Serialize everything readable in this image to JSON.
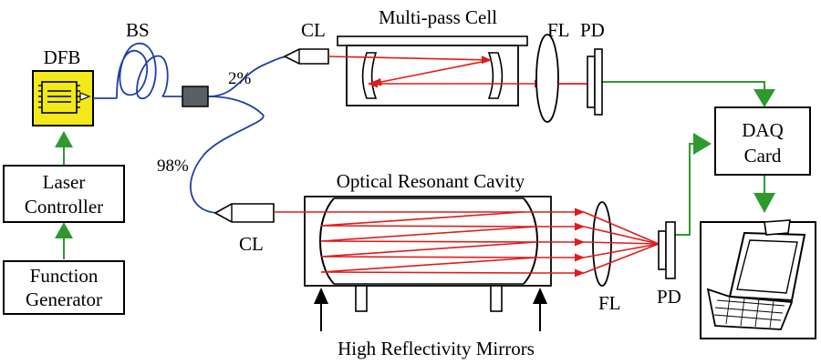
{
  "labels": {
    "bs": "BS",
    "dfb": "DFB",
    "cl_top": "CL",
    "cl_bottom": "CL",
    "multipass": "Multi-pass Cell",
    "fl_top": "FL",
    "fl_bottom": "FL",
    "pd_top": "PD",
    "pd_bottom": "PD",
    "split_2": "2%",
    "split_98": "98%",
    "resonant": "Optical Resonant Cavity",
    "mirrors": "High Reflectivity Mirrors",
    "daq_line1": "DAQ",
    "daq_line2": "Card",
    "laser_line1": "Laser",
    "laser_line2": "Controller",
    "func_line1": "Function",
    "func_line2": "Generator"
  },
  "colors": {
    "fiber": "#1f3fa8",
    "laser_beam": "#e01b1b",
    "signal": "#2e9a2e",
    "dfb_fill": "#f2e81a",
    "splitter": "#5a5f63"
  },
  "icons": [
    "dfb-laser-chip-icon",
    "fiber-coil-icon",
    "laptop-icon"
  ]
}
